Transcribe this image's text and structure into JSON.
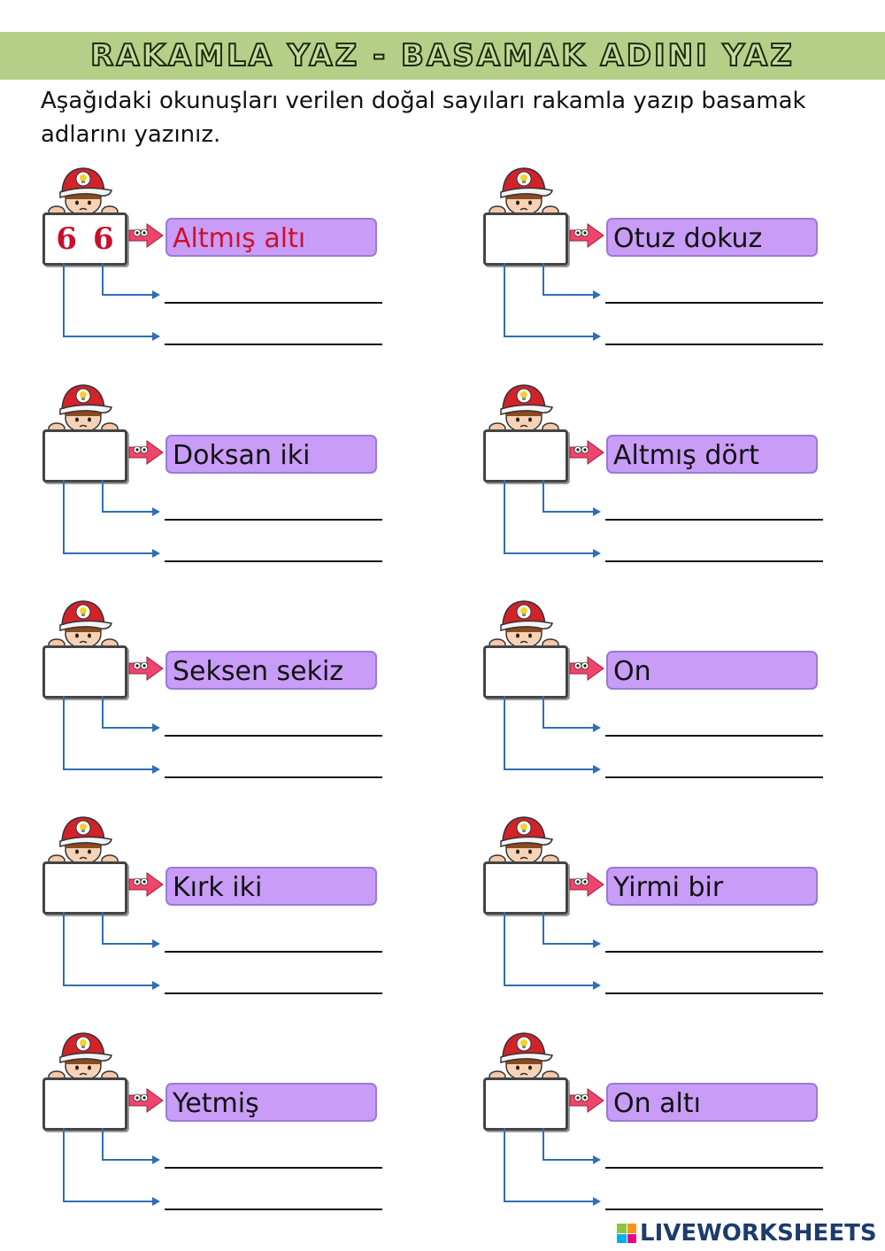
{
  "title": "RAKAMLA YAZ - BASAMAK ADINI YAZ",
  "instructions": "Aşağıdaki okunuşları verilen doğal sayıları rakamla yazıp basamak adlarını yazınız.",
  "colors": {
    "banner": "#b5cf88",
    "label_box": "#c99cf7",
    "arrow_pink": "#f0446c",
    "connector_blue": "#2f6fb5",
    "example_red": "#d0102a"
  },
  "icons": {
    "kid": "kid-with-cap-icon",
    "pointer": "pink-arrow-icon",
    "connector": "blue-arrow-icon"
  },
  "items": [
    {
      "word": "Altmış altı",
      "digits": [
        "6",
        "6"
      ],
      "example": true
    },
    {
      "word": "Otuz dokuz",
      "digits": [],
      "example": false
    },
    {
      "word": "Doksan iki",
      "digits": [],
      "example": false
    },
    {
      "word": "Altmış dört",
      "digits": [],
      "example": false
    },
    {
      "word": "Seksen sekiz",
      "digits": [],
      "example": false
    },
    {
      "word": "On",
      "digits": [],
      "example": false
    },
    {
      "word": "Kırk iki",
      "digits": [],
      "example": false
    },
    {
      "word": "Yirmi bir",
      "digits": [],
      "example": false
    },
    {
      "word": "Yetmiş",
      "digits": [],
      "example": false
    },
    {
      "word": "On altı",
      "digits": [],
      "example": false
    }
  ],
  "footer": {
    "brand": "LIVEWORKSHEETS"
  }
}
